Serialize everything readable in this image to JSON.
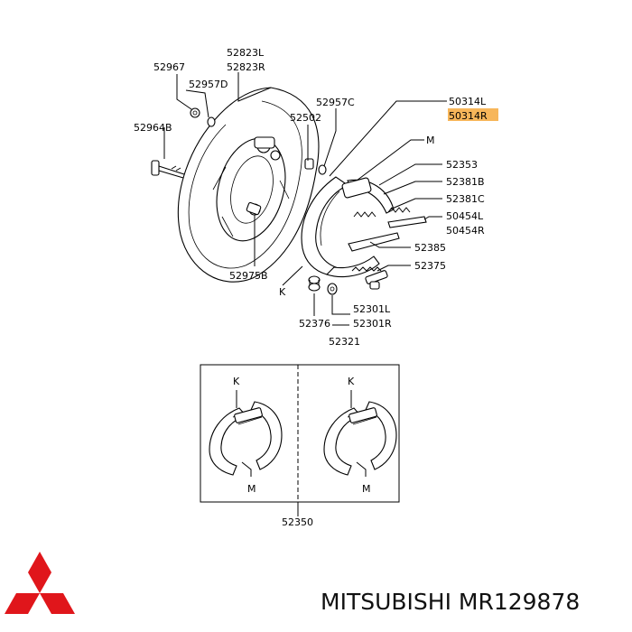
{
  "labels": {
    "p52967": "52967",
    "p52823l": "52823L",
    "p52823r": "52823R",
    "p52957d": "52957D",
    "p52964b": "52964B",
    "p52502": "52502",
    "p52957c": "52957C",
    "p50314l": "50314L",
    "p50314r": "50314R",
    "m_top": "M",
    "p52353": "52353",
    "p52381b": "52381B",
    "p52381c": "52381C",
    "p50454l": "50454L",
    "p50454r": "50454R",
    "p52385": "52385",
    "p52375": "52375",
    "p52975b": "52975B",
    "k_main": "K",
    "p52376": "52376",
    "p52301l": "52301L",
    "p52301r": "52301R",
    "p52321": "52321",
    "k_left": "K",
    "m_left": "M",
    "k_right": "K",
    "m_right": "M",
    "p52350": "52350"
  },
  "highlight_label": "50314R",
  "highlight_color": "#f7b65a",
  "logo_color": "#e0161b",
  "brand_text": "MITSUBISHI MR129878"
}
